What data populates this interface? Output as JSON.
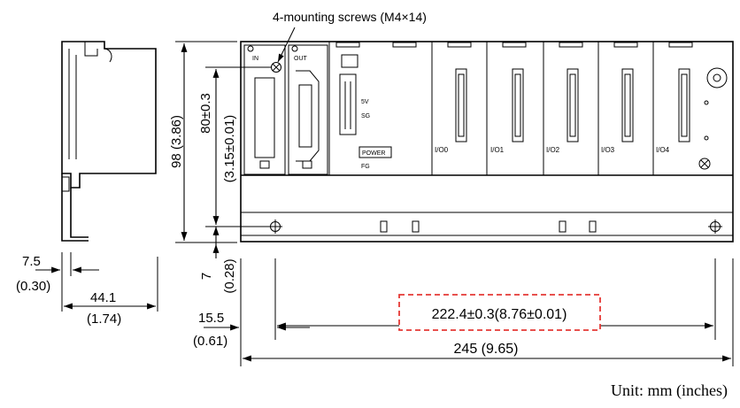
{
  "callout": {
    "screws": "4-mounting screws (M4×14)"
  },
  "dimensions": {
    "height_total": "98 (3.86)",
    "pitch_vertical_mm": "80±0.3",
    "pitch_vertical_in": "(3.15±0.01)",
    "bottom_offset_mm": "7",
    "bottom_offset_in": "(0.28)",
    "side_offset_mm": "7.5",
    "side_offset_in": "(0.30)",
    "depth_mm": "44.1",
    "depth_in": "(1.74)",
    "left_offset_mm": "15.5",
    "left_offset_in": "(0.61)",
    "hole_pitch": "222.4±0.3(8.76±0.01)",
    "width_total": "245 (9.65)"
  },
  "unit_note": "Unit: mm (inches)",
  "front_labels": {
    "in": "IN",
    "out": "OUT",
    "v5": "5V",
    "sg": "SG",
    "power": "POWER",
    "fg": "FG",
    "slots": [
      "I/O0",
      "I/O1",
      "I/O2",
      "I/O3",
      "I/O4"
    ]
  },
  "highlight_color": "#e53935"
}
